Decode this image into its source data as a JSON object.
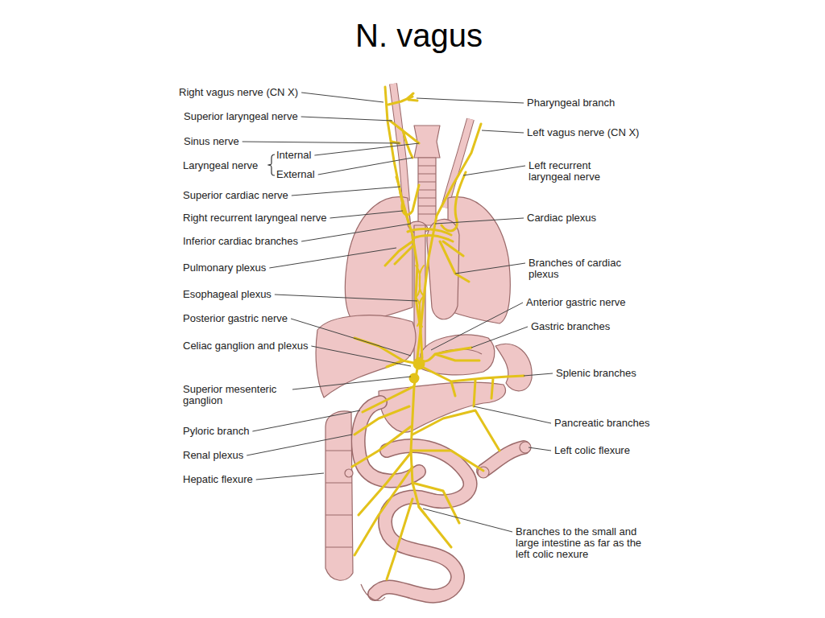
{
  "diagram": {
    "title": "N. vagus",
    "labels": [
      "Right vagus nerve (CN X)",
      "Superior laryngeal nerve",
      "Sinus nerve",
      "Laryngeal nerve",
      "Internal",
      "External",
      "Superior cardiac nerve",
      "Right recurrent laryngeal nerve",
      "Inferior cardiac branches",
      "Pulmonary plexus",
      "Esophageal plexus",
      "Posterior gastric nerve",
      "Celiac ganglion and plexus",
      "Superior mesenteric ganglion",
      "Pyloric branch",
      "Renal plexus",
      "Hepatic flexure",
      "Pharyngeal branch",
      "Left vagus nerve (CN X)",
      "Left recurrent laryngeal nerve",
      "Cardiac plexus",
      "Branches of cardiac plexus",
      "Anterior gastric nerve",
      "Gastric branches",
      "Splenic branches",
      "Pancreatic branches",
      "Left colic flexure",
      "Branches to the small and large intestine as far as the left colic nexure"
    ]
  }
}
